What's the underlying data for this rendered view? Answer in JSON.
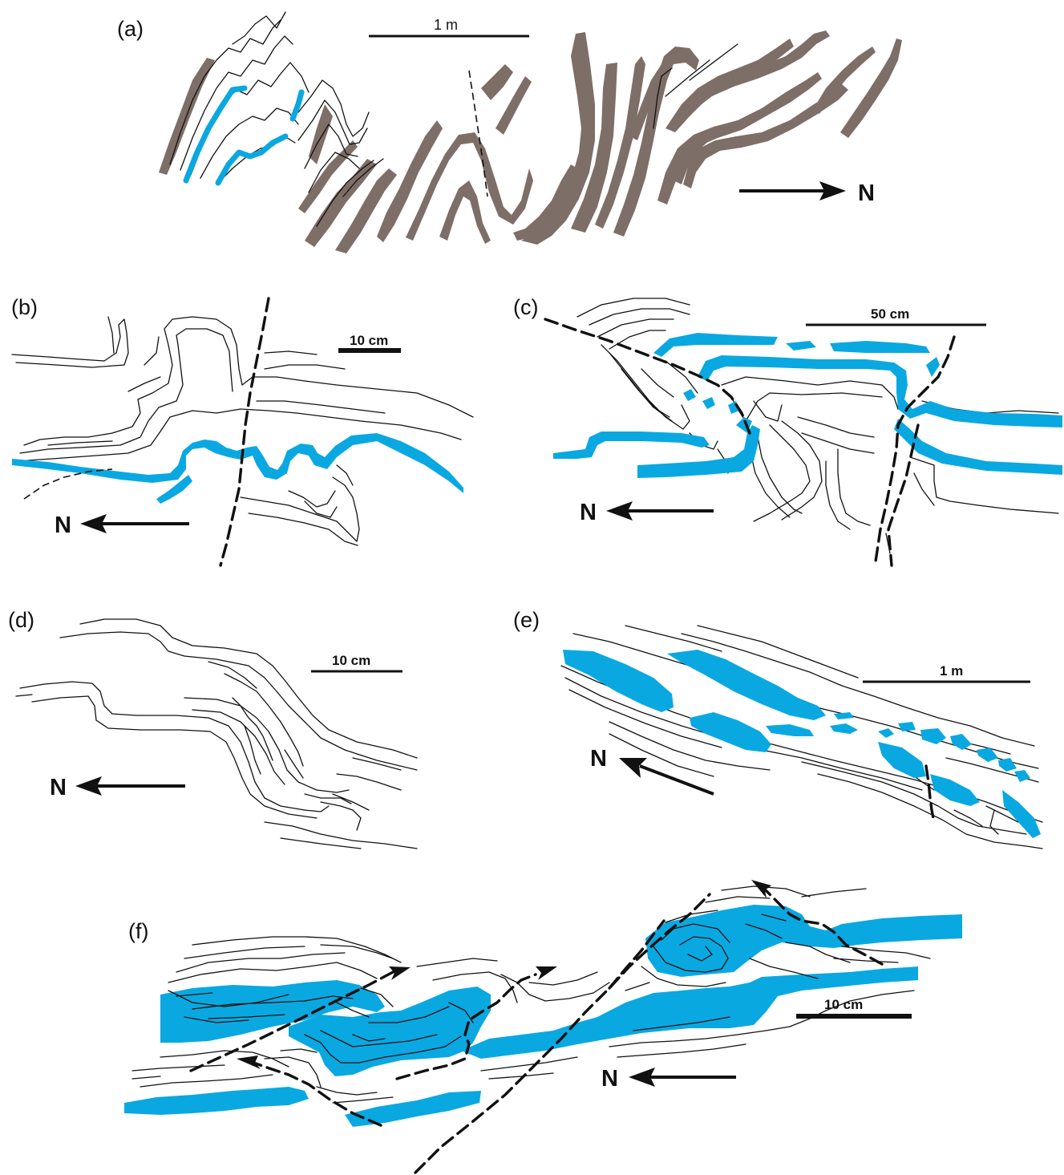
{
  "panels": {
    "a": {
      "label": "(a)",
      "scale": "1 m",
      "north": "N"
    },
    "b": {
      "label": "(b)",
      "scale": "10 cm",
      "north": "N"
    },
    "c": {
      "label": "(c)",
      "scale": "50 cm",
      "north": "N"
    },
    "d": {
      "label": "(d)",
      "scale": "10 cm",
      "north": "N"
    },
    "e": {
      "label": "(e)",
      "scale": "1 m",
      "north": "N"
    },
    "f": {
      "label": "(f)",
      "scale": "10 cm",
      "north": "N"
    }
  },
  "colors": {
    "bed_brown": "#7d6e67",
    "bed_blue": "#0aa8e1",
    "linework": "#111111"
  }
}
